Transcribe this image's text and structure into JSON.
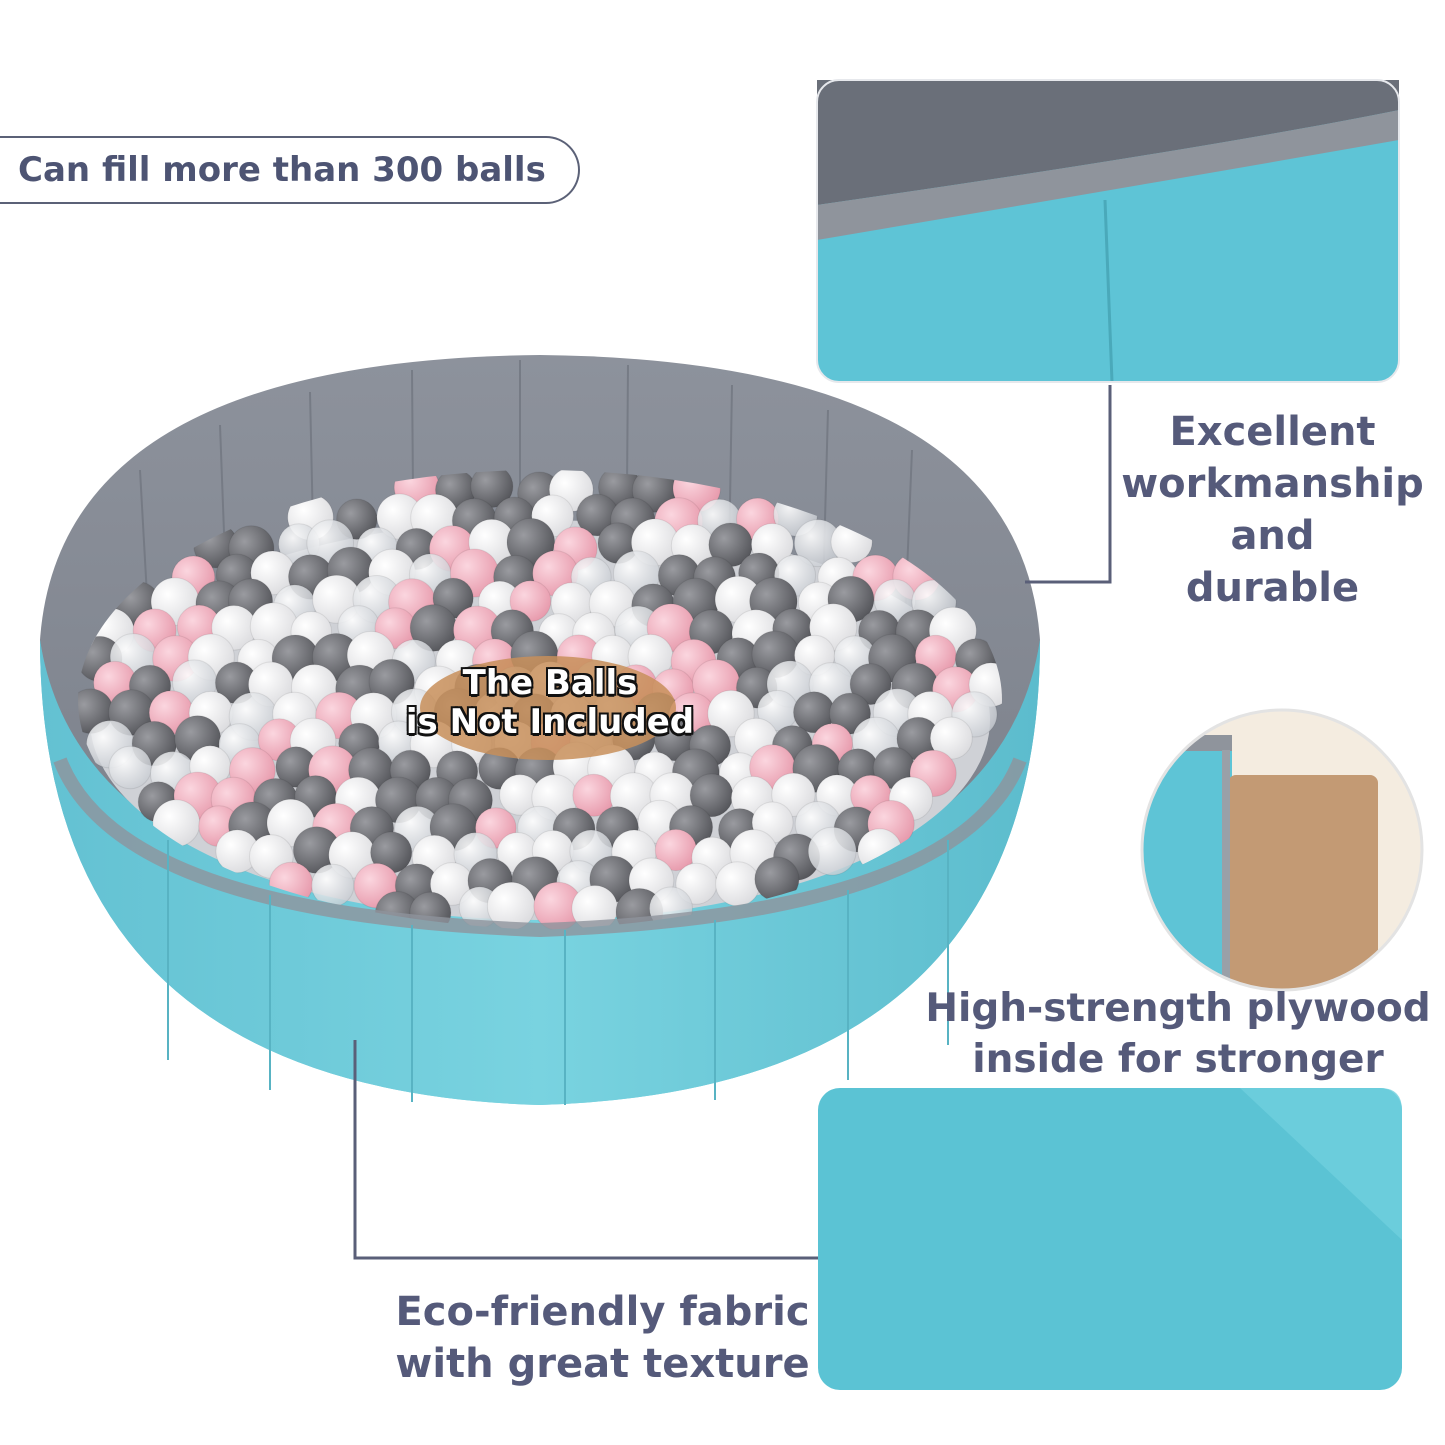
{
  "callouts": {
    "capacity": "Can fill more than 300 balls",
    "workmanship": [
      "Excellent",
      "workmanship",
      "and",
      "durable"
    ],
    "plywood": [
      "High-strength plywood",
      "inside for stronger"
    ],
    "fabric": [
      "Eco-friendly fabric",
      "with great texture"
    ]
  },
  "overlay_badge": [
    "The Balls",
    "is Not Included"
  ],
  "colors": {
    "pool_teal": "#6cc9d8",
    "pool_inner_gray": "#8a8f99",
    "ball_pink": "#f2aebf",
    "ball_gray": "#6f7075",
    "ball_white": "#f7f7f7",
    "text": "#555a7a",
    "plywood": "#c39a74"
  }
}
